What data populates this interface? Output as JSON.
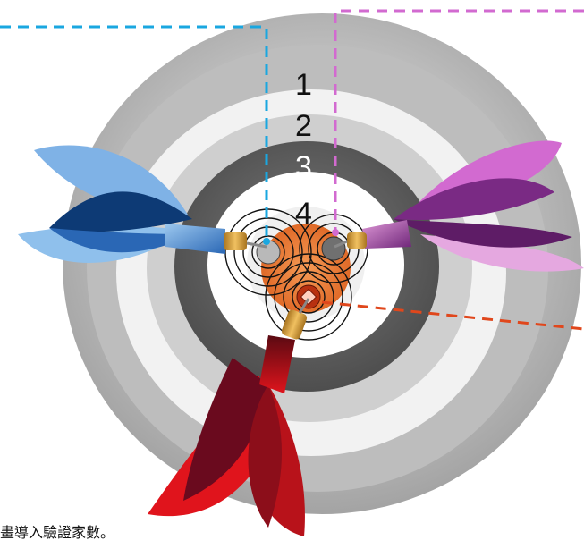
{
  "rings": {
    "labels": [
      "1",
      "2",
      "3",
      "4"
    ]
  },
  "caption": "畫導入驗證家數。",
  "colors": {
    "blue_leader": "#1aa7e0",
    "pink_leader": "#d26ad0",
    "orange_leader": "#e0471c",
    "bullseye": "#ee7c3a",
    "blue_dart": "#2a67b5",
    "purple_dart": "#7a2a84",
    "red_dart": "#c0121a"
  },
  "icons": [
    "blue-dart-icon",
    "purple-dart-icon",
    "red-dart-icon",
    "dartboard-icon"
  ]
}
